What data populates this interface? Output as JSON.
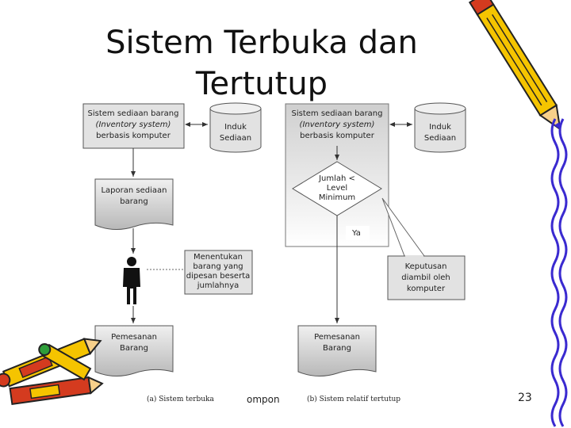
{
  "slide": {
    "title": "Sistem Terbuka dan Tertutup",
    "footer_text": "ompon",
    "page_number": "23"
  },
  "diagram_a": {
    "system_box": [
      "Sistem sediaan barang",
      "(Inventory system)",
      "berbasis komputer"
    ],
    "database": [
      "Induk",
      "Sediaan"
    ],
    "report": [
      "Laporan sediaan",
      "barang"
    ],
    "note": [
      "Menentukan",
      "barang yang",
      "dipesan beserta",
      "jumlahnya"
    ],
    "order": [
      "Pemesanan",
      "Barang"
    ],
    "caption": "(a) Sistem terbuka"
  },
  "diagram_b": {
    "system_box": [
      "Sistem sediaan barang",
      "(Inventory system)",
      "berbasis komputer"
    ],
    "database": [
      "Induk",
      "Sediaan"
    ],
    "decision": [
      "Jumlah <",
      "Level",
      "Minimum"
    ],
    "yes_label": "Ya",
    "callout": [
      "Keputusan",
      "diambil oleh",
      "komputer"
    ],
    "order": [
      "Pemesanan",
      "Barang"
    ],
    "caption": "(b) Sistem relatif tertutup"
  },
  "colors": {
    "box_fill": "#e2e2e2",
    "panel_fill": "#f2f2f2",
    "doc_fill": "#d8d8d8",
    "line": "#333333",
    "pencil_yellow": "#f5c400",
    "pencil_red": "#d43b1f",
    "pencil_purple": "#3a2ad0"
  },
  "icons": [
    "person-icon",
    "pencil-icon",
    "crayon-icon",
    "pencil-border-icon"
  ]
}
